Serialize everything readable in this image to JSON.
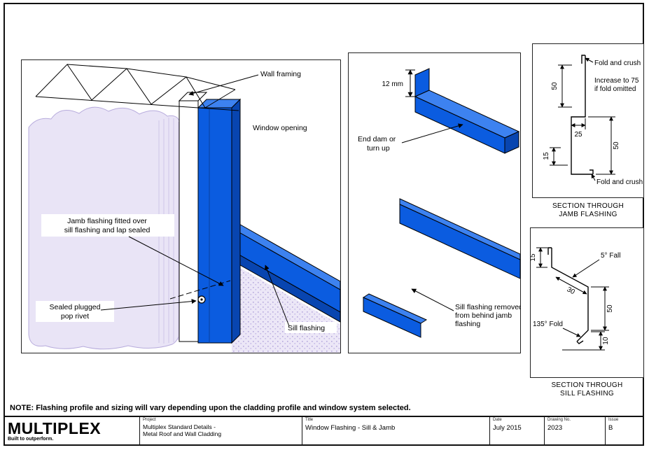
{
  "sheet": {
    "note": "NOTE: Flashing profile and sizing will vary depending upon the cladding profile and window system selected."
  },
  "title_block": {
    "logo": "MULTIPLEX",
    "tagline": "Built to outperform.",
    "project_label": "Project",
    "project_line1": "Multiplex Standard Details -",
    "project_line2": "Metal Roof and Wall Cladding",
    "title_label": "Title",
    "title": "Window Flashing - Sill & Jamb",
    "date_label": "Date",
    "date": "July 2015",
    "drawing_no_label": "Drawing No.",
    "drawing_no": "2023",
    "issue_label": "Issue",
    "issue": "B"
  },
  "jamb_iso": {
    "wall_framing": "Wall framing",
    "window_opening": "Window opening",
    "jamb_line1": "Jamb flashing fitted over",
    "jamb_line2": "sill flashing and lap sealed",
    "rivet_line1": "Sealed plugged",
    "rivet_line2": "pop rivet",
    "sill_flashing": "Sill flashing"
  },
  "sill_iso": {
    "dim_12mm": "12 mm",
    "end_dam_line1": "End dam or",
    "end_dam_line2": "turn up",
    "removed_line1": "Sill flashing removed",
    "removed_line2": "from behind jamb",
    "removed_line3": "flashing"
  },
  "jamb_section": {
    "fold_top": "Fold and crush",
    "increase_line1": "Increase to 75",
    "increase_line2": "if fold omitted",
    "fold_bottom": "Fold and crush",
    "dim_50_left": "50",
    "dim_25": "25",
    "dim_15": "15",
    "dim_50_right": "50",
    "caption_line1": "SECTION THROUGH",
    "caption_line2": "JAMB FLASHING"
  },
  "sill_section": {
    "dim_15": "15",
    "fall": "5° Fall",
    "dim_30": "30",
    "dim_50": "50",
    "fold": "135° Fold",
    "dim_10": "10",
    "caption_line1": "SECTION THROUGH",
    "caption_line2": "SILL FLASHING"
  },
  "colors": {
    "flashing_blue": "#0b5ce0",
    "flashing_blue_dark": "#0845b0",
    "flashing_blue_light": "#3d82f0",
    "wrap_lavender": "#e9e4f6"
  }
}
